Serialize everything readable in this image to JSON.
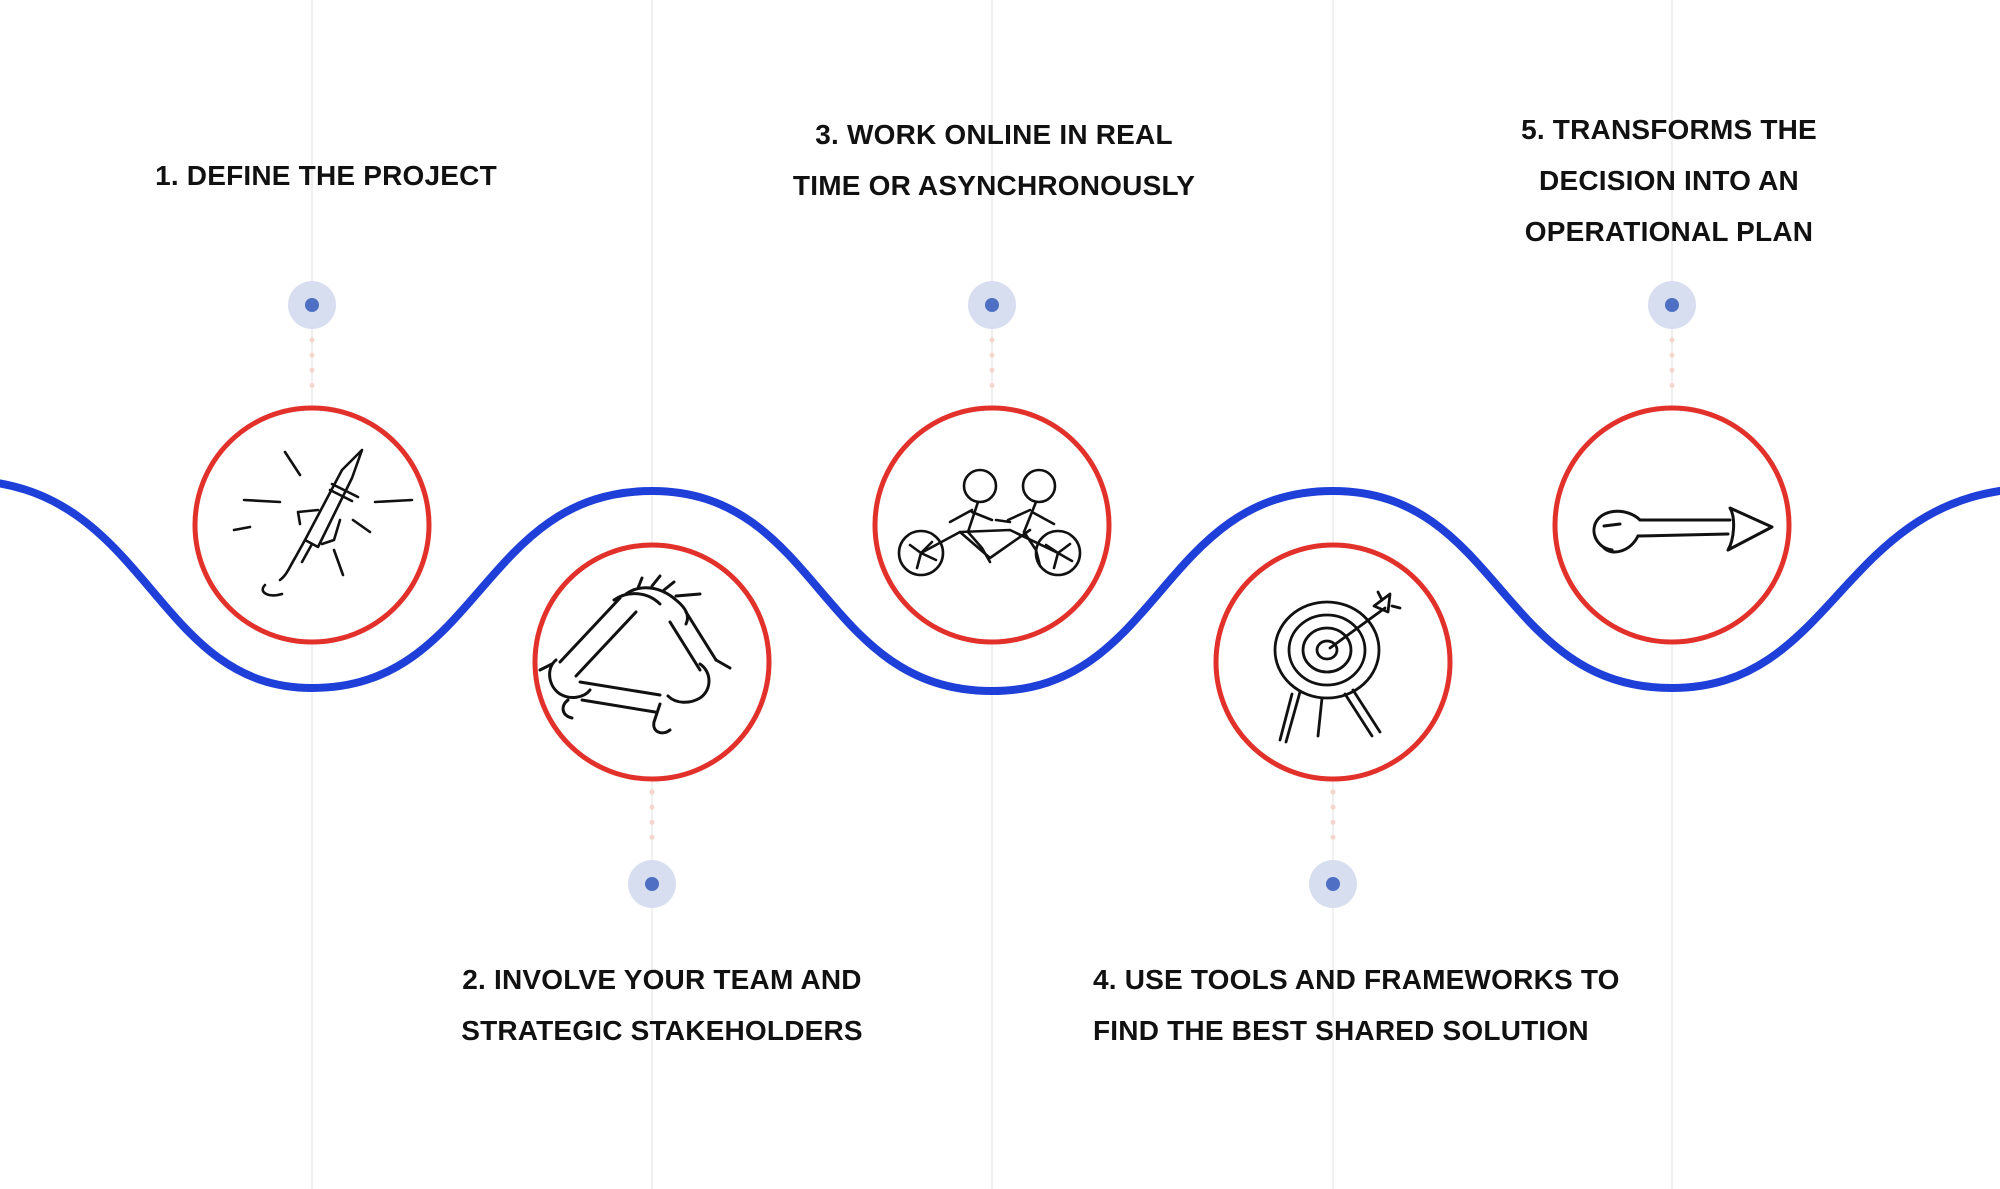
{
  "colors": {
    "wave": "#1f3fd9",
    "circle_border": "#e2312a",
    "dot_fill": "#4f6fc4",
    "dot_halo": "#d7def0",
    "dotted_line": "#f3d6cd",
    "gridline": "#ececec",
    "label_text": "#111111"
  },
  "steps": [
    {
      "number": 1,
      "lines": [
        "1. DEFINE THE PROJECT"
      ],
      "icon": "rocket-icon",
      "position": "top"
    },
    {
      "number": 2,
      "lines": [
        "2. INVOLVE YOUR TEAM AND",
        "STRATEGIC STAKEHOLDERS"
      ],
      "icon": "linked-hands-icon",
      "position": "bottom"
    },
    {
      "number": 3,
      "lines": [
        "3. WORK ONLINE IN REAL",
        "TIME OR ASYNCHRONOUSLY"
      ],
      "icon": "tandem-bicycle-icon",
      "position": "top"
    },
    {
      "number": 4,
      "lines": [
        "4. USE TOOLS AND FRAMEWORKS TO",
        "FIND THE BEST SHARED SOLUTION"
      ],
      "icon": "target-arrow-icon",
      "position": "bottom"
    },
    {
      "number": 5,
      "lines": [
        "5. TRANSFORMS THE",
        "DECISION INTO AN",
        "OPERATIONAL PLAN"
      ],
      "icon": "arrow-right-icon",
      "position": "top"
    }
  ]
}
